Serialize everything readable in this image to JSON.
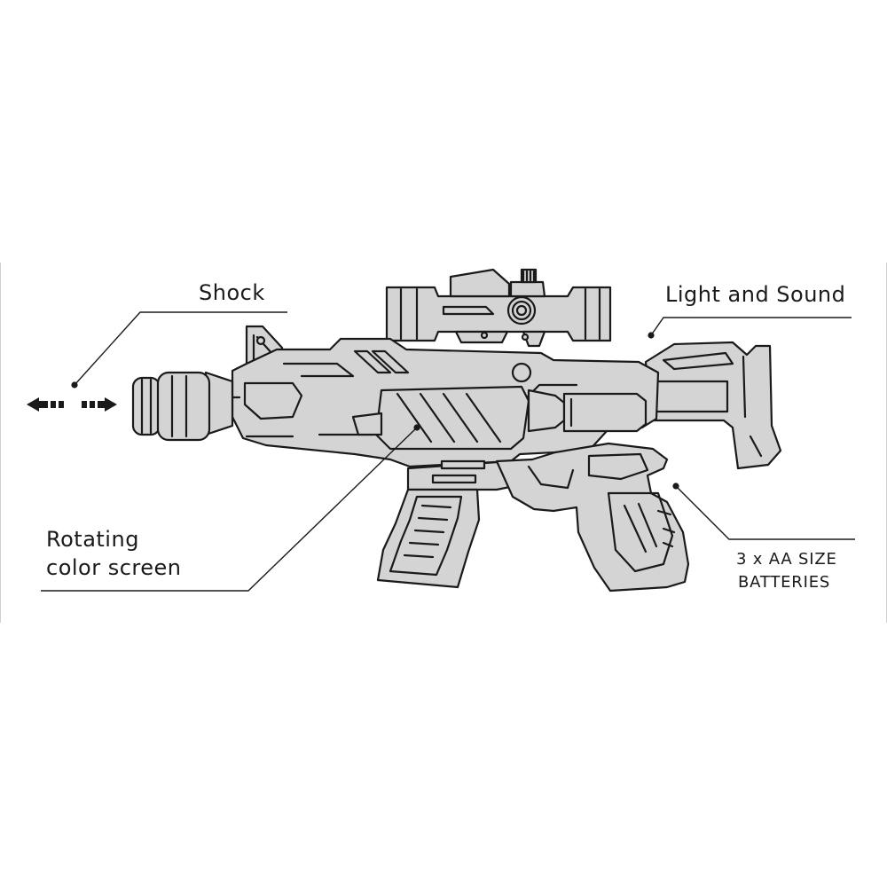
{
  "labels": {
    "shock": "Shock",
    "light_sound": "Light and Sound",
    "rotating_line1": "Rotating",
    "rotating_line2": "color screen",
    "batteries_line1": "3 x AA SIZE",
    "batteries_line2": "BATTERIES"
  },
  "icons": [
    "double-arrow-icon",
    "toy-blaster-gun"
  ],
  "colors": {
    "body_fill": "#d4d4d4",
    "outline": "#1a1a1a",
    "background": "#ffffff"
  }
}
